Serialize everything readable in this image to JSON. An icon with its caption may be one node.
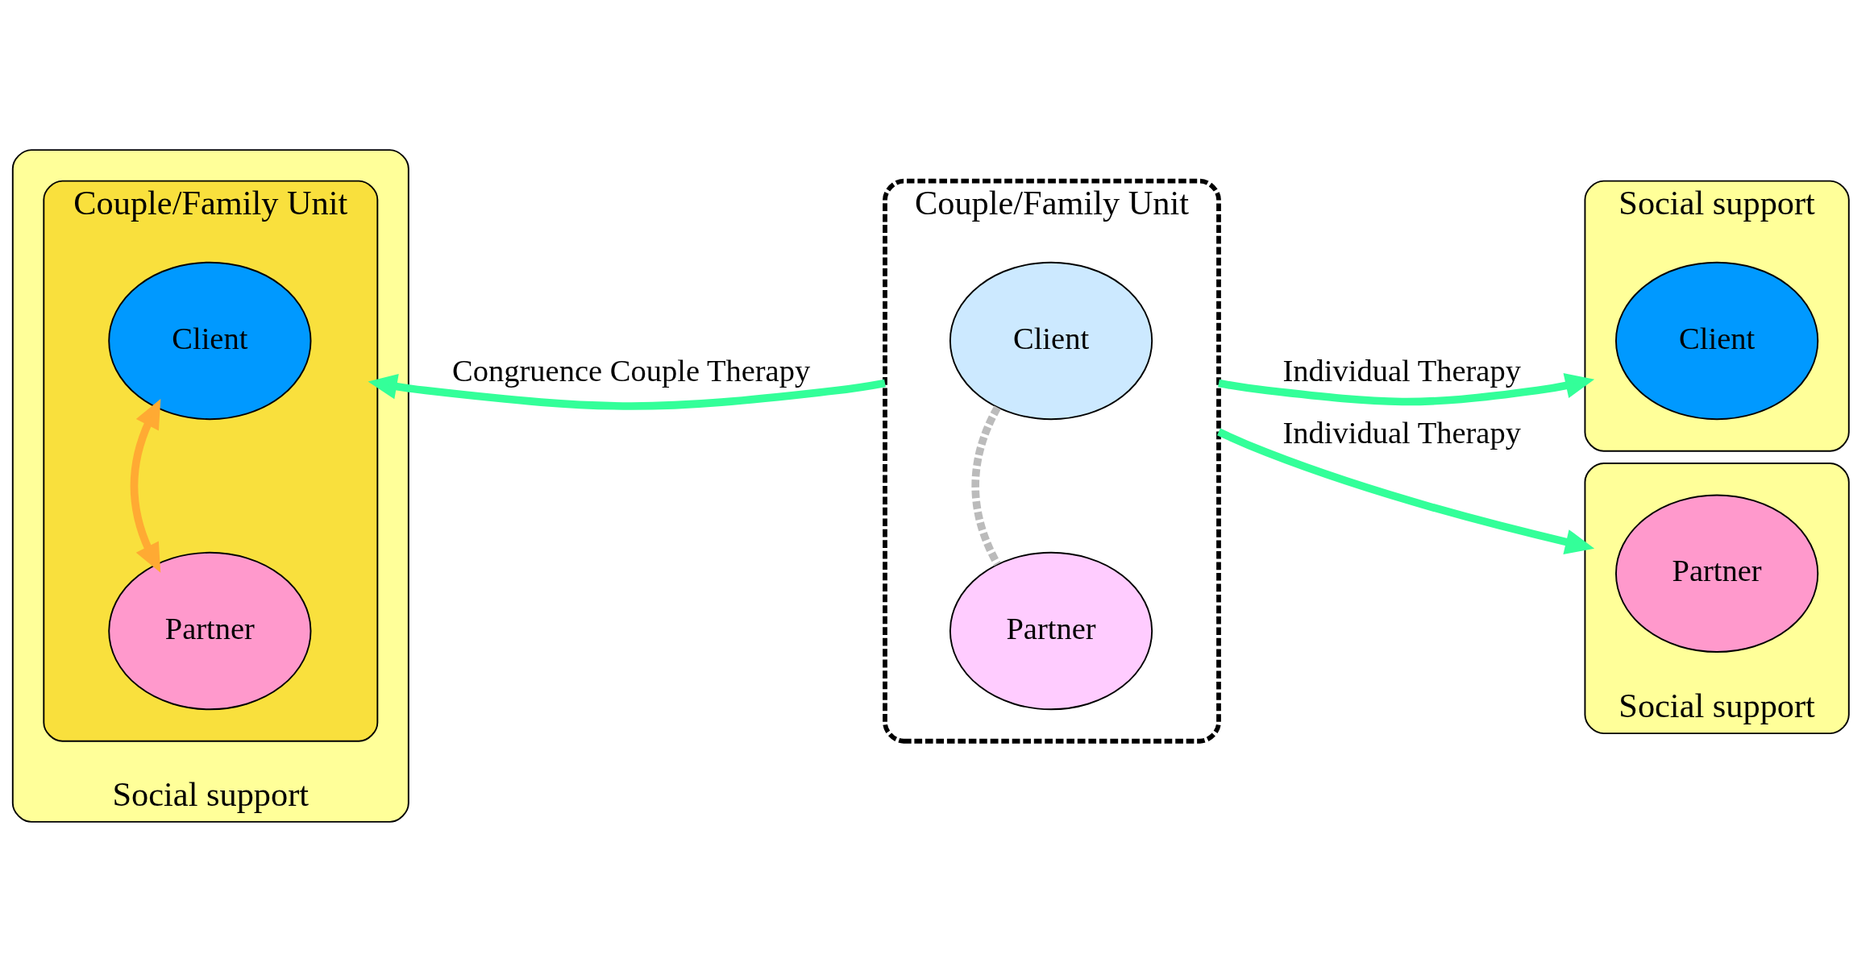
{
  "diagram": {
    "nodes": [
      {
        "text": [
          "Social support"
        ]
      },
      {
        "text": [
          "Couple/Family Unit"
        ],
        "in": 0
      },
      {
        "text": [
          "Client"
        ],
        "in": 1
      },
      {
        "text": [
          "Partner"
        ],
        "in": 1
      },
      {
        "text": [
          "Couple/Family Unit"
        ]
      },
      {
        "text": [
          "Client"
        ],
        "in": 4
      },
      {
        "text": [
          "Partner"
        ],
        "in": 4
      },
      {
        "text": [
          "Social support"
        ]
      },
      {
        "text": [
          "Client"
        ],
        "in": 7
      },
      {
        "text": [
          "Social support"
        ]
      },
      {
        "text": [
          "Partner"
        ],
        "in": 9
      }
    ],
    "edges": [
      {
        "from": 2,
        "to": 3,
        "arrow": "both",
        "color": "#ffaa33"
      },
      {
        "from": 5,
        "to": 6,
        "arrow": "none",
        "style": "dashed",
        "color": "#bbbbbb"
      },
      {
        "from": 4,
        "to": 1,
        "label": "Congruence Couple Therapy",
        "arrow": "to",
        "color": "#33ff99"
      },
      {
        "from": 4,
        "to": 7,
        "label": "Individual Therapy",
        "arrow": "to",
        "color": "#33ff99"
      },
      {
        "from": 4,
        "to": 9,
        "label": "Individual Therapy",
        "arrow": "to",
        "color": "#33ff99"
      }
    ]
  }
}
